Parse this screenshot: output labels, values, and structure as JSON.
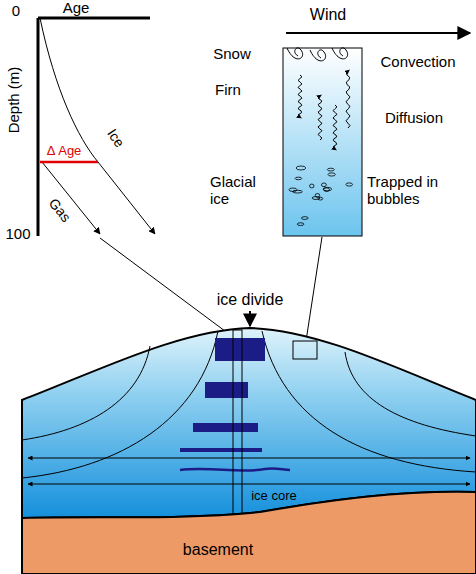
{
  "diagram": {
    "nodes": [
      {
        "text": [
          "basement"
        ]
      }
    ],
    "labels": [
      "0",
      "Age",
      "Depth (m)",
      "100",
      "Δ Age",
      "Gas",
      "Ice",
      "Wind",
      "Snow",
      "Firn",
      "Glacial ice",
      "Convection",
      "Diffusion",
      "Trapped in bubbles",
      "ice divide",
      "ice core"
    ]
  }
}
